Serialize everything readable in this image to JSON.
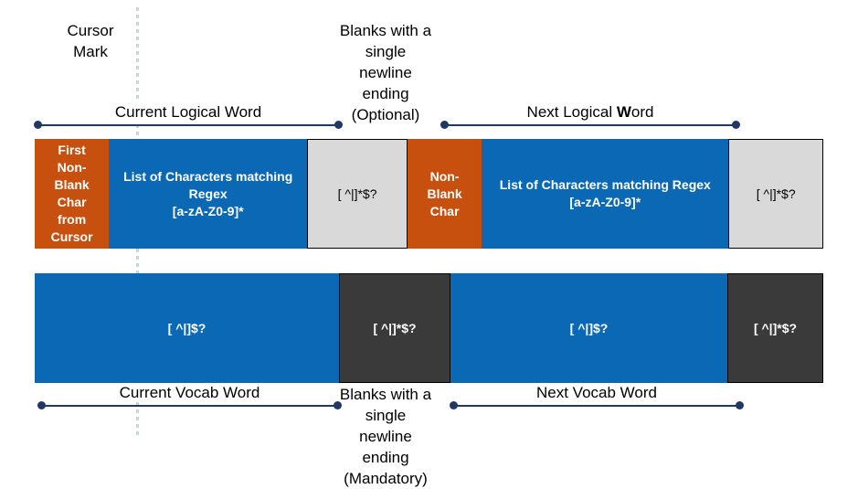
{
  "diagram": {
    "cursor_mark_label": "Cursor\nMark",
    "blanks_optional_label": "Blanks with a\nsingle\nnewline\nending\n(Optional)",
    "blanks_mandatory_label": "Blanks with a\nsingle\nnewline\nending\n(Mandatory)",
    "spans": {
      "current_logical_word": "Current Logical Word",
      "next_logical_word_prefix": "Next Logical ",
      "next_logical_word_bold": "W",
      "next_logical_word_suffix": "ord",
      "current_vocab_word": "Current Vocab Word",
      "next_vocab_word": "Next Vocab Word"
    },
    "logical_row": {
      "first_nonblank_char": "First\nNon-Blank\nChar\nfrom\nCursor",
      "current_word_chars": "List of Characters matching Regex\n[a-zA-Z0-9]*",
      "current_blanks_regex": "[ ^|]*$?",
      "next_nonblank_char": "Non-Blank\nChar",
      "next_word_chars": "List of Characters matching Regex\n[a-zA-Z0-9]*",
      "next_blanks_regex": "[ ^|]*$?"
    },
    "vocab_row": {
      "current_vocab_regex": "[ ^|]$?",
      "current_vocab_blanks_regex": "[ ^|]*$?",
      "next_vocab_regex": "[ ^|]$?",
      "next_vocab_blanks_regex": "[ ^|]*$?"
    },
    "colors": {
      "orange": "#c8500f",
      "blue": "#0a68b4",
      "gray": "#d9d9d9",
      "dark": "#3a3a3a",
      "navy": "#1f3864",
      "cursor_dotted": "#c5d4e8"
    }
  }
}
